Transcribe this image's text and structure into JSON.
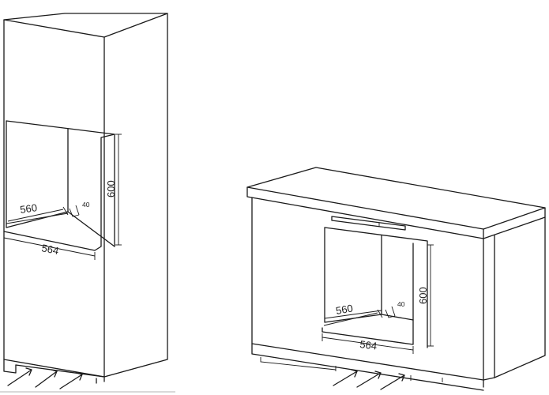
{
  "tall_cabinet": {
    "niche_width_label": "560",
    "outer_width_label": "564",
    "height_label": "600",
    "vent_label": "40"
  },
  "base_cabinet": {
    "niche_width_label": "560",
    "outer_width_label": "564",
    "height_label": "600",
    "vent_label": "40"
  }
}
